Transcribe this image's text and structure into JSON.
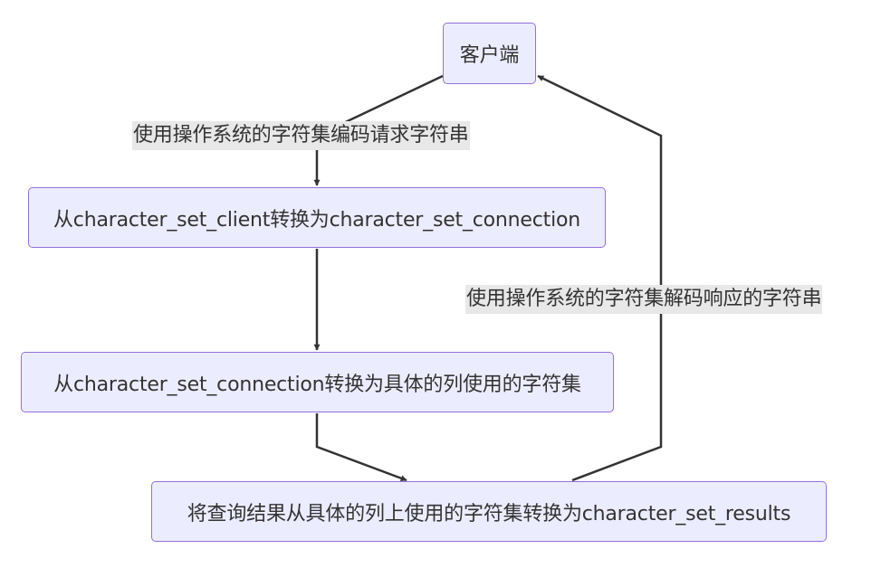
{
  "nodes": {
    "client": "客户端",
    "client_to_connection": "从character_set_client转换为character_set_connection",
    "connection_to_column": "从character_set_connection转换为具体的列使用的字符集",
    "column_to_results": "将查询结果从具体的列上使用的字符集转换为character_set_results"
  },
  "edges": {
    "request_label": "使用操作系统的字符集编码请求字符串",
    "response_label": "使用操作系统的字符集解码响应的字符串"
  },
  "colors": {
    "node_fill": "#ececff",
    "node_border": "#9370db",
    "edge_stroke": "#333333",
    "label_background": "#e8e8e8"
  }
}
